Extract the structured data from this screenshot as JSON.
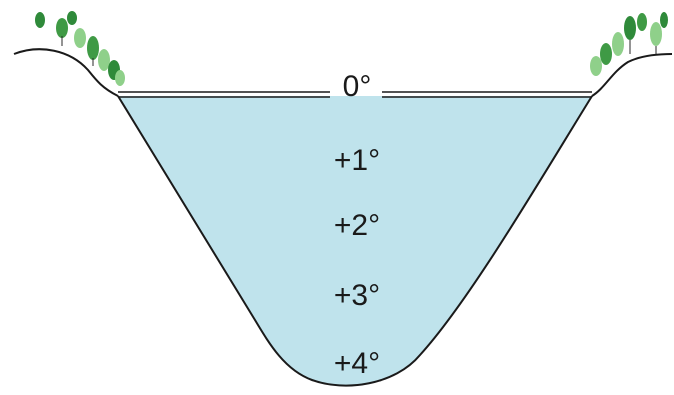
{
  "diagram": {
    "surface_label": "0°",
    "depth_labels": [
      "+1°",
      "+2°",
      "+3°",
      "+4°"
    ]
  },
  "colors": {
    "water": "#bfe3ec",
    "outline": "#1a1a1a",
    "foliage_dark": "#2f8a3a",
    "foliage_light": "#8fd08a"
  }
}
